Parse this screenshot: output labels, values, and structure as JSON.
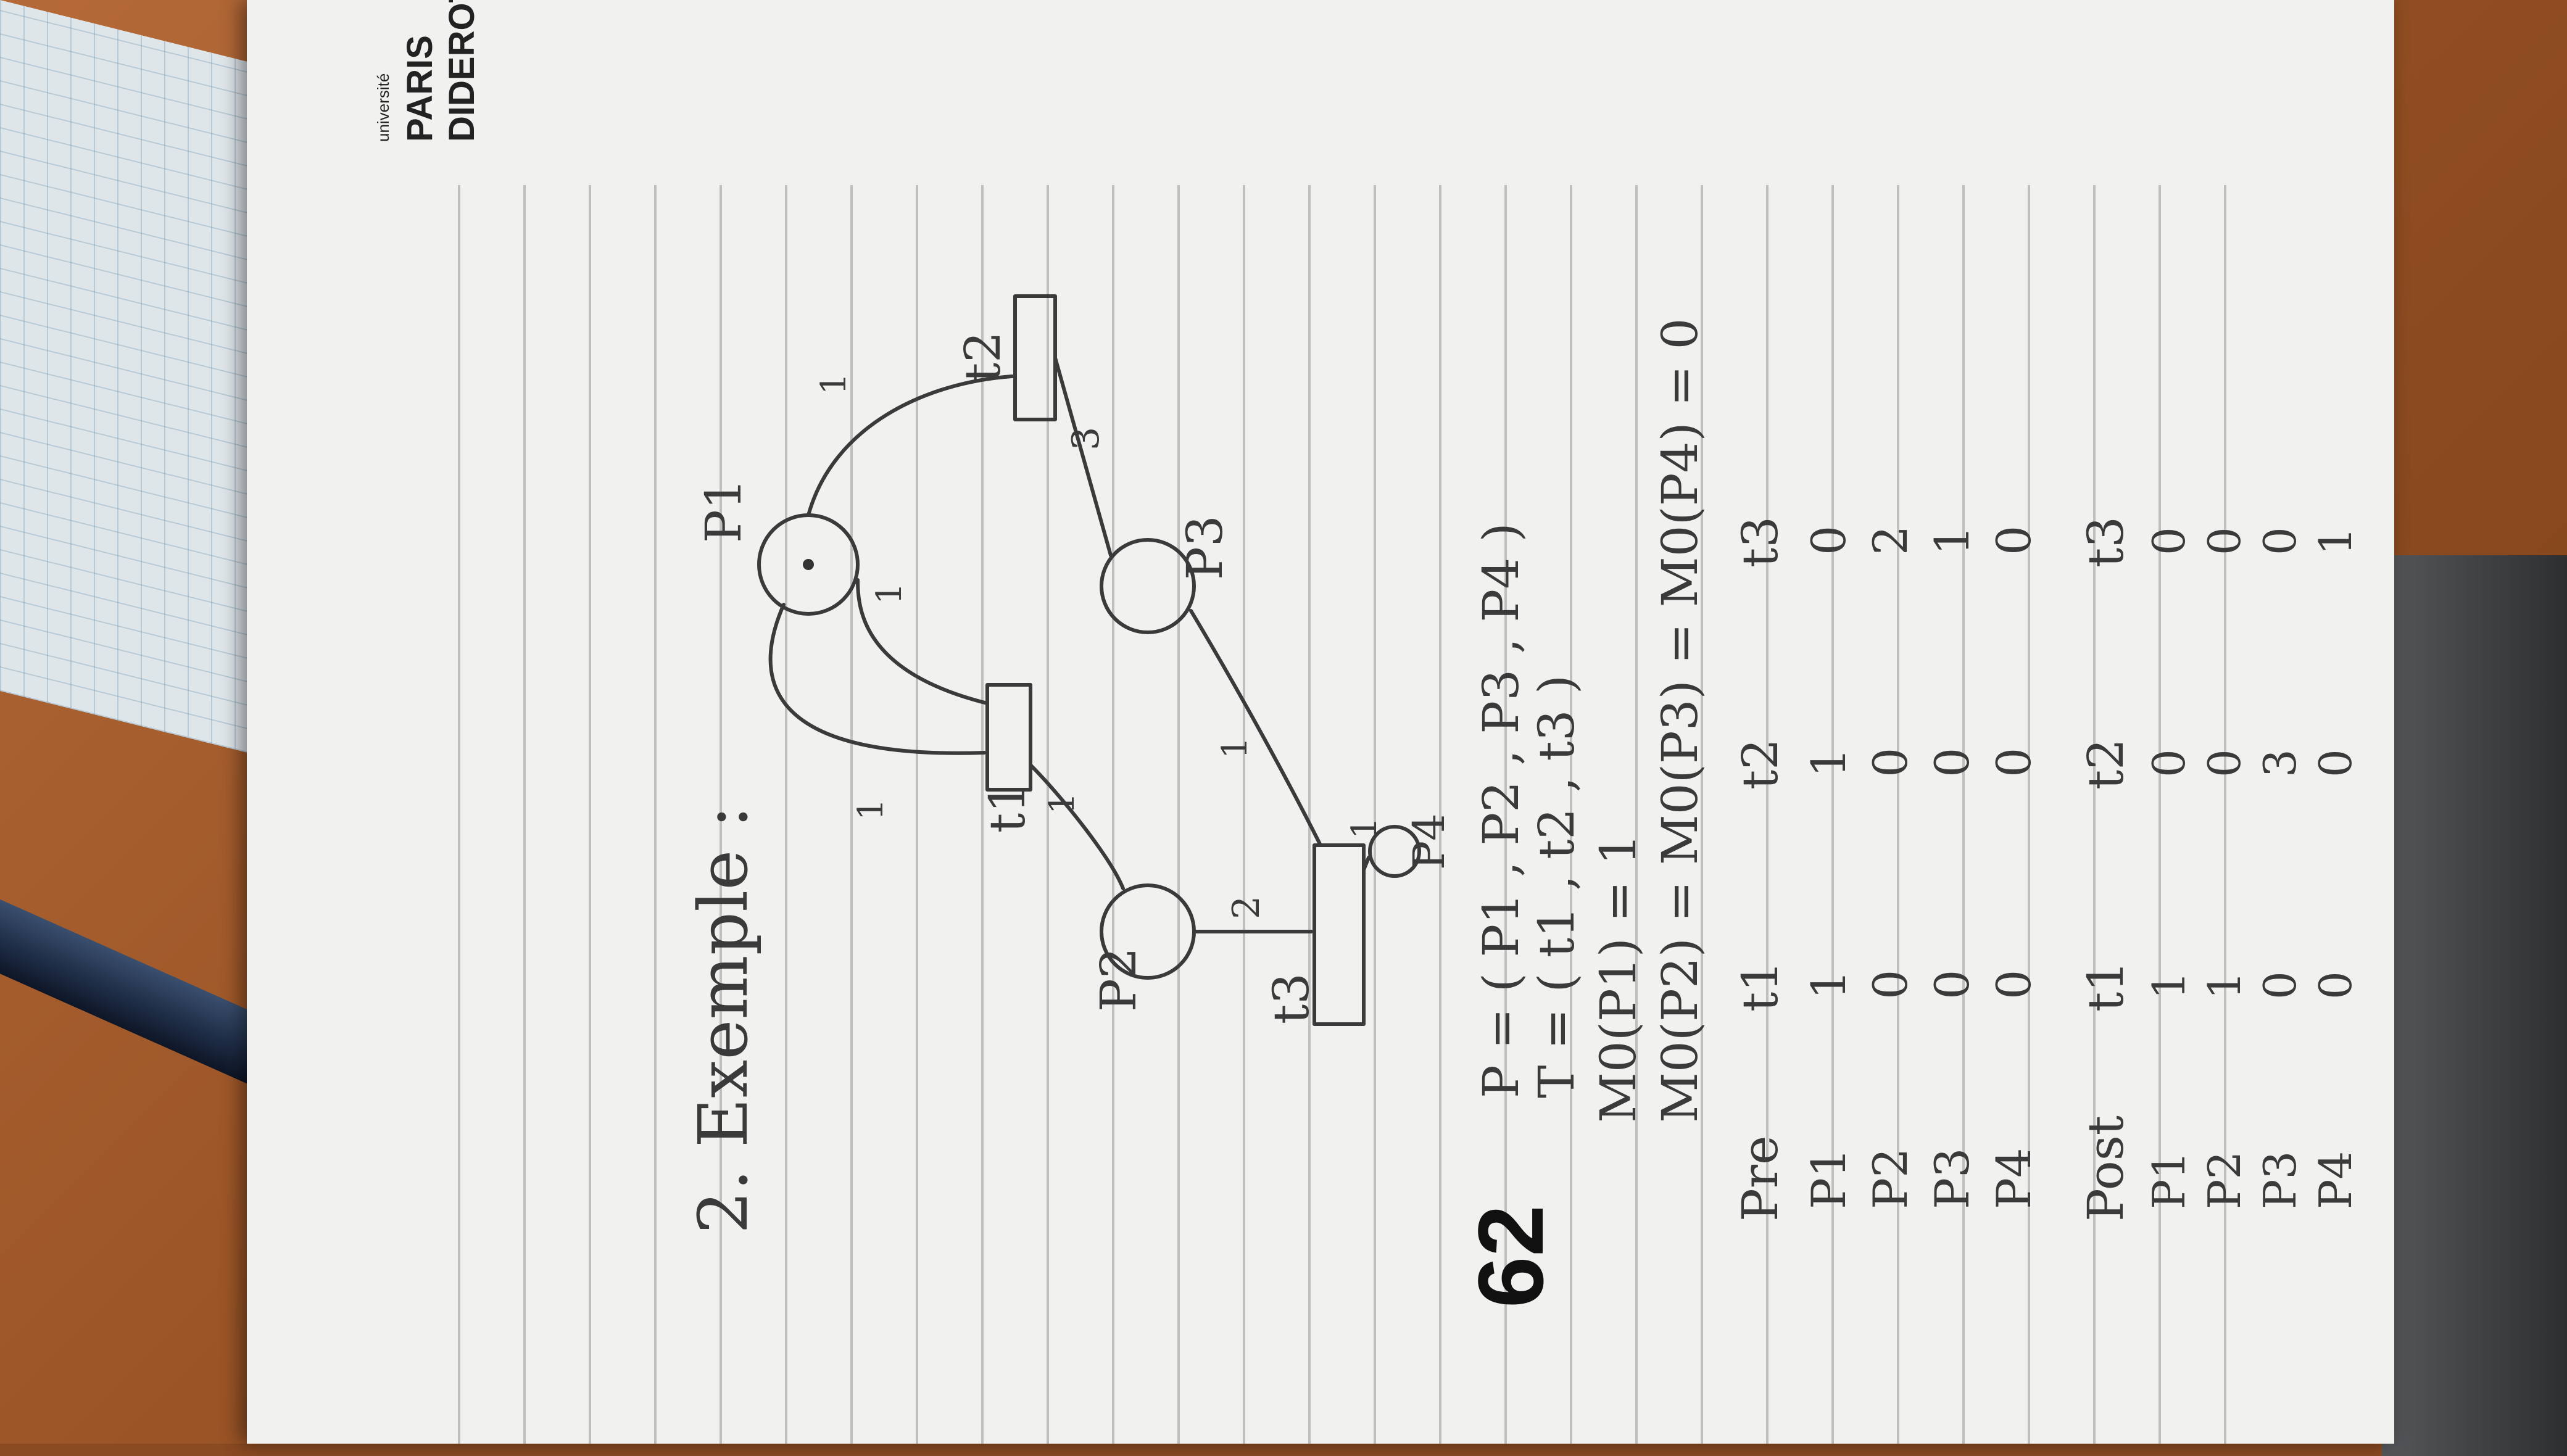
{
  "heading": "2. Exemple :",
  "page_number": "62",
  "logo": {
    "city": "PARIS",
    "name": "DIDEROT",
    "prefix": "université"
  },
  "net": {
    "places": [
      "P1",
      "P2",
      "P3",
      "P4"
    ],
    "transitions": [
      "t1",
      "t2",
      "t3"
    ],
    "arc_weights": {
      "p1_t1": "1",
      "t1_p1": "1",
      "p1_t2": "1",
      "t1_p2": "1",
      "p2_t3": "2",
      "t2_p3": "3",
      "p3_t3": "1",
      "t3_p4": "1"
    }
  },
  "definitions": [
    "P = ( P1 , P2 , P3 , P4 )",
    "T = ( t1 , t2 , t3 )",
    "M0(P1) = 1",
    "M0(P2) = M0(P3) = M0(P4) = 0"
  ],
  "pre_table": {
    "headers": [
      "Pre",
      "t1",
      "t2",
      "t3"
    ],
    "rows": [
      [
        "P1",
        "1",
        "1",
        "0"
      ],
      [
        "P2",
        "0",
        "0",
        "2"
      ],
      [
        "P3",
        "0",
        "0",
        "1"
      ],
      [
        "P4",
        "0",
        "0",
        "0"
      ]
    ]
  },
  "post_table": {
    "headers": [
      "Post",
      "t1",
      "t2",
      "t3"
    ],
    "rows": [
      [
        "P1",
        "1",
        "0",
        "0"
      ],
      [
        "P2",
        "1",
        "0",
        "0"
      ],
      [
        "P3",
        "0",
        "3",
        "0"
      ],
      [
        "P4",
        "0",
        "0",
        "1"
      ]
    ]
  }
}
